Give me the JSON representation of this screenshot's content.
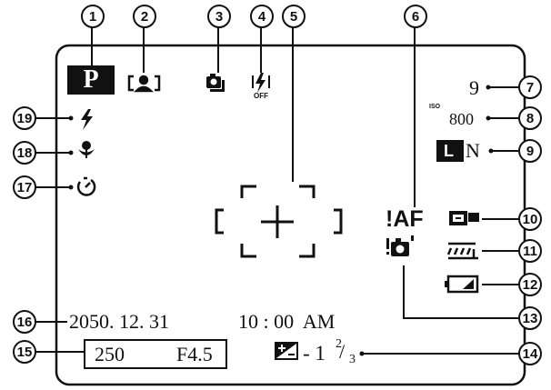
{
  "screen": {
    "mode": "P",
    "shot_count": "9",
    "iso_label": "ISO",
    "iso_value": "800",
    "quality_size": "L",
    "quality_mode": "N",
    "af_warning": "!AF",
    "date": "2050. 12. 31",
    "time": "10 : 00  AM",
    "shutter_speed": "250",
    "aperture": "F4.5",
    "exposure_comp": "- 1",
    "exposure_comp_frac_num": "2",
    "exposure_comp_frac_den": "3",
    "flash_off_label": "OFF"
  },
  "callouts": [
    "1",
    "2",
    "3",
    "4",
    "5",
    "6",
    "7",
    "8",
    "9",
    "10",
    "11",
    "12",
    "13",
    "14",
    "15",
    "16",
    "17",
    "18",
    "19"
  ],
  "icons": {
    "mode": "program-mode-icon",
    "face": "face-detection-icon",
    "continuous": "continuous-shooting-icon",
    "flash_off": "flash-off-icon",
    "focus": "focus-frame-icon",
    "af_warning": "af-warning-icon",
    "intelligent_flash": "intelligent-flash-icon",
    "white_balance": "white-balance-fluorescent-icon",
    "battery": "battery-low-icon",
    "blur_warning": "camera-shake-warning-icon",
    "exposure": "exposure-compensation-icon",
    "flash": "flash-icon",
    "macro": "macro-icon",
    "self_timer": "self-timer-icon"
  }
}
